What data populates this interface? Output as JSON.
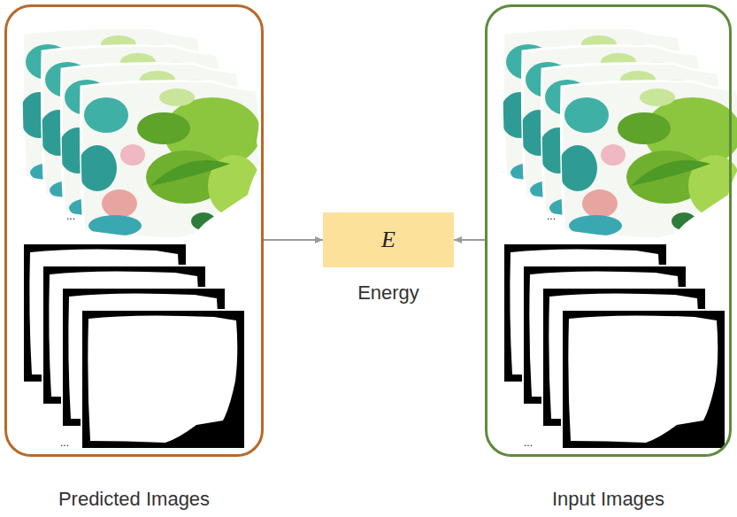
{
  "diagram": {
    "nodes": [
      {
        "text": [
          "Predicted Images"
        ]
      },
      {
        "text": [
          "E",
          "Energy"
        ]
      },
      {
        "text": [
          "Input Images"
        ]
      }
    ],
    "edges": [
      {
        "from": 0,
        "to": 1,
        "arrow": "to"
      },
      {
        "from": 2,
        "to": 1,
        "arrow": "to"
      }
    ],
    "labels": [
      "...",
      "...",
      "...",
      "..."
    ]
  }
}
